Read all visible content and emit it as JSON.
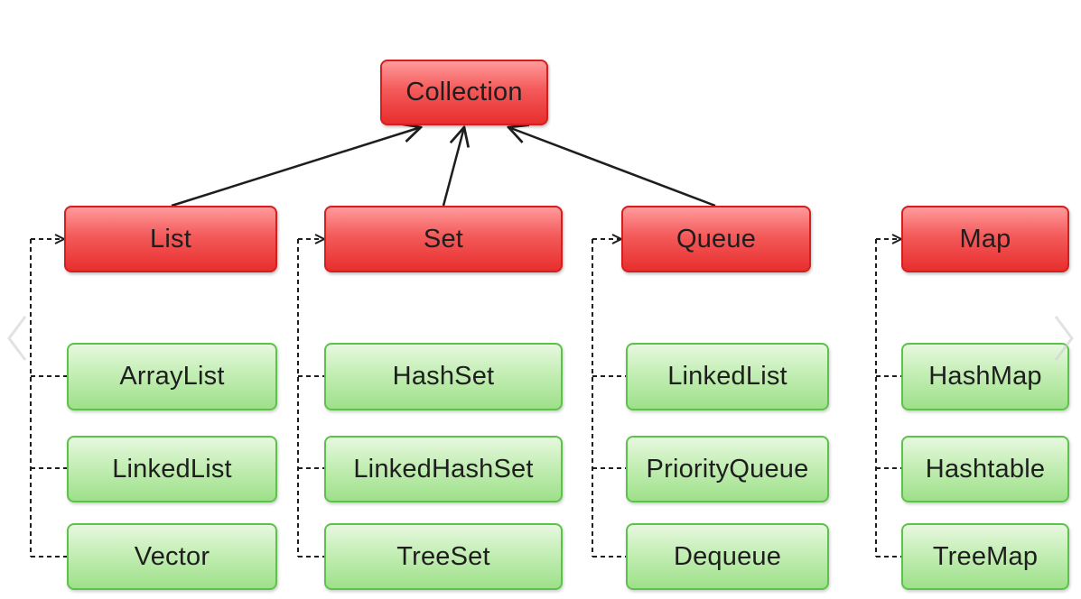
{
  "diagram": {
    "nodes": [
      {
        "id": "collection",
        "label": "Collection",
        "kind": "interface"
      },
      {
        "id": "list",
        "label": "List",
        "kind": "interface"
      },
      {
        "id": "set",
        "label": "Set",
        "kind": "interface"
      },
      {
        "id": "queue",
        "label": "Queue",
        "kind": "interface"
      },
      {
        "id": "map",
        "label": "Map",
        "kind": "interface"
      },
      {
        "id": "arraylist",
        "label": "ArrayList",
        "kind": "class"
      },
      {
        "id": "linkedlist-list",
        "label": "LinkedList",
        "kind": "class"
      },
      {
        "id": "vector",
        "label": "Vector",
        "kind": "class"
      },
      {
        "id": "hashset",
        "label": "HashSet",
        "kind": "class"
      },
      {
        "id": "linkedhashset",
        "label": "LinkedHashSet",
        "kind": "class"
      },
      {
        "id": "treeset",
        "label": "TreeSet",
        "kind": "class"
      },
      {
        "id": "linkedlist-queue",
        "label": "LinkedList",
        "kind": "class"
      },
      {
        "id": "priorityqueue",
        "label": "PriorityQueue",
        "kind": "class"
      },
      {
        "id": "dequeue",
        "label": "Dequeue",
        "kind": "class"
      },
      {
        "id": "hashmap",
        "label": "HashMap",
        "kind": "class"
      },
      {
        "id": "hashtable",
        "label": "Hashtable",
        "kind": "class"
      },
      {
        "id": "treemap",
        "label": "TreeMap",
        "kind": "class"
      }
    ],
    "edges": [
      {
        "from": "list",
        "to": "collection",
        "style": "solid"
      },
      {
        "from": "set",
        "to": "collection",
        "style": "solid"
      },
      {
        "from": "queue",
        "to": "collection",
        "style": "solid"
      },
      {
        "from": "arraylist",
        "to": "list",
        "style": "dashed"
      },
      {
        "from": "linkedlist-list",
        "to": "list",
        "style": "dashed"
      },
      {
        "from": "vector",
        "to": "list",
        "style": "dashed"
      },
      {
        "from": "hashset",
        "to": "set",
        "style": "dashed"
      },
      {
        "from": "linkedhashset",
        "to": "set",
        "style": "dashed"
      },
      {
        "from": "treeset",
        "to": "set",
        "style": "dashed"
      },
      {
        "from": "linkedlist-queue",
        "to": "queue",
        "style": "dashed"
      },
      {
        "from": "priorityqueue",
        "to": "queue",
        "style": "dashed"
      },
      {
        "from": "dequeue",
        "to": "queue",
        "style": "dashed"
      },
      {
        "from": "hashmap",
        "to": "map",
        "style": "dashed"
      },
      {
        "from": "hashtable",
        "to": "map",
        "style": "dashed"
      },
      {
        "from": "treemap",
        "to": "map",
        "style": "dashed"
      }
    ]
  },
  "colors": {
    "interface_fill": "#f45a5a",
    "interface_border": "#d51e1e",
    "class_fill": "#c4eeb5",
    "class_border": "#5dc24a",
    "edge": "#1e1e1e"
  },
  "nav": {
    "prev_icon": "chevron-left-icon",
    "next_icon": "chevron-right-icon"
  }
}
